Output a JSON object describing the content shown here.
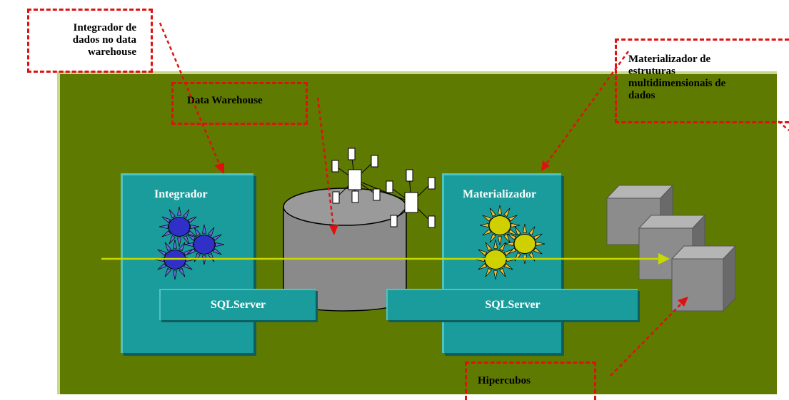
{
  "labels": {
    "integrador_callout": [
      "Integrador de",
      "dados no data",
      "warehouse"
    ],
    "data_warehouse_callout": "Data Warehouse",
    "materializador_callout": [
      "Materializador de",
      "estruturas",
      "multidimensionais de",
      "dados"
    ],
    "hipercubos_callout": "Hipercubos",
    "integrador_panel": "Integrador",
    "materializador_panel": "Materializador",
    "sqlserver_left": "SQLServer",
    "sqlserver_right": "SQLServer"
  },
  "colors": {
    "background": "#5f7a00",
    "panel": "#1a9c9c",
    "callout_border": "#e01010",
    "arrow": "#c8d800",
    "integrador_gear": "#3030c8",
    "materializador_gear": "#d0d000",
    "cylinder": "#8a8a8a",
    "cube": "#8c8c8c"
  }
}
